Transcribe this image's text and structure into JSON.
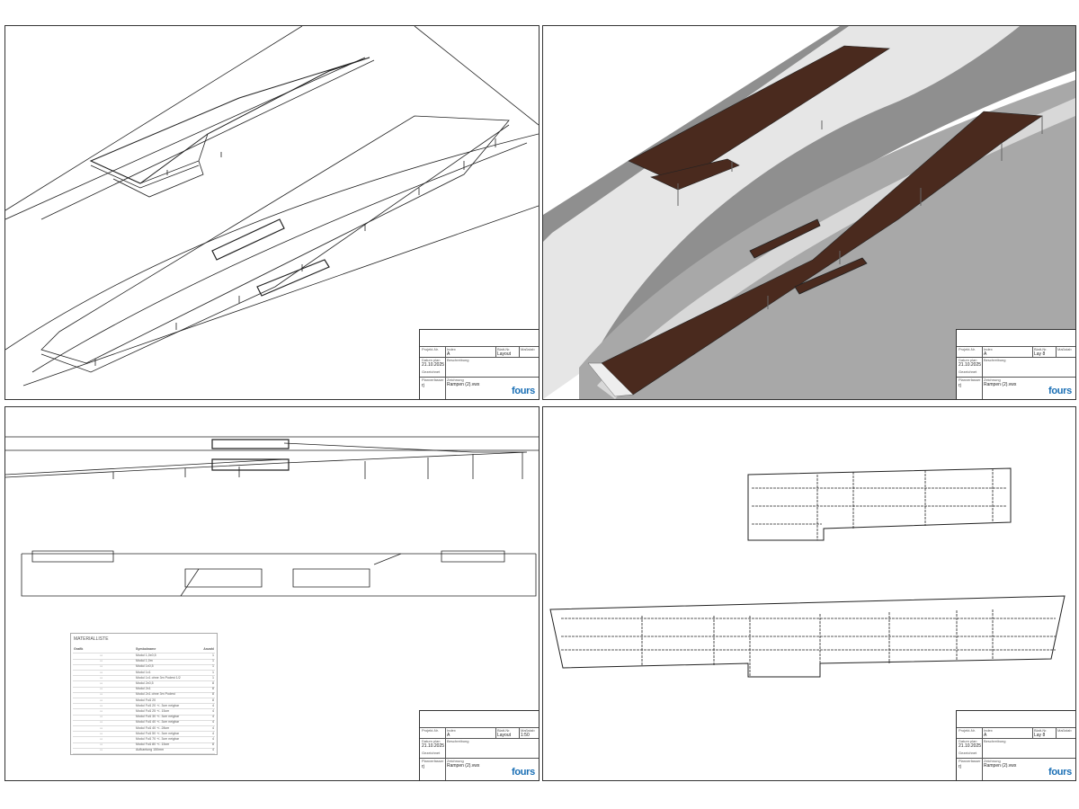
{
  "sheets": [
    {
      "id": "perspective-line",
      "title_block": {
        "h1": "Projekt-Nr.",
        "v1": "-",
        "h2": "Index",
        "v2": "A",
        "h3": "Blatt-Nr.",
        "v3": "Layout",
        "h4": "Maßstab",
        "v4": "",
        "date_label": "Datum plan",
        "date": "21.10.2025",
        "drawn_label": "Gezeichnet",
        "desc_label": "Beschreibung",
        "n_label": "Planverfasser",
        "n_value": "rj",
        "file_label": "Zeichnung",
        "file": "Rampen (2).vwx",
        "logo": "fours"
      }
    },
    {
      "id": "perspective-rendered",
      "title_block": {
        "h1": "Projekt-Nr.",
        "v1": "-",
        "h2": "Index",
        "v2": "A",
        "h3": "Blatt-Nr.",
        "v3": "Lay 8",
        "h4": "Maßstab",
        "v4": "",
        "date_label": "Datum plan",
        "date": "21.10.2025",
        "drawn_label": "Gezeichnet",
        "desc_label": "Beschreibung",
        "n_label": "Planverfasser",
        "n_value": "rj",
        "file_label": "Zeichnung",
        "file": "Rampen (2).vwx",
        "logo": "fours"
      }
    },
    {
      "id": "elevations",
      "title_block": {
        "h1": "Projekt-Nr.",
        "v1": "-",
        "h2": "Index",
        "v2": "A",
        "h3": "Blatt-Nr.",
        "v3": "Layout",
        "h4": "Maßstab",
        "v4": "1:50",
        "date_label": "Datum plan",
        "date": "21.10.2025",
        "drawn_label": "Gezeichnet",
        "desc_label": "Beschreibung",
        "n_label": "Planverfasser",
        "n_value": "rj",
        "file_label": "Zeichnung",
        "file": "Rampen (2).vwx",
        "logo": "fours"
      }
    },
    {
      "id": "plan",
      "title_block": {
        "h1": "Projekt-Nr.",
        "v1": "-",
        "h2": "Index",
        "v2": "A",
        "h3": "Blatt-Nr.",
        "v3": "Lay 8",
        "h4": "Maßstab",
        "v4": "",
        "date_label": "Datum plan",
        "date": "21.10.2025",
        "drawn_label": "Gezeichnet",
        "desc_label": "Beschreibung",
        "n_label": "Planverfasser",
        "n_value": "rj",
        "file_label": "Zeichnung",
        "file": "Rampen (2).vwx",
        "logo": "fours"
      }
    }
  ],
  "material_list": {
    "title": "MATERIALLISTE",
    "col_graphic": "Grafik",
    "col_name": "Symbolname",
    "col_qty": "Anzahl",
    "rows": [
      {
        "name": "Modul 1,0x0,5",
        "qty": "1"
      },
      {
        "name": "Modul 1,0m",
        "qty": "1"
      },
      {
        "name": "Modul 1x0,5",
        "qty": "1"
      },
      {
        "name": "Modul 1x1",
        "qty": "1"
      },
      {
        "name": "Modul 1x1 ohne 3m Podest 1/2",
        "qty": "1"
      },
      {
        "name": "Modul 2x0,5",
        "qty": "8"
      },
      {
        "name": "Modul 2x1",
        "qty": "8"
      },
      {
        "name": "Modul 2x1 ohne 3m Podest",
        "qty": "8"
      },
      {
        "name": "Modul Fuß 20",
        "qty": "8"
      },
      {
        "name": "Modul Fuß 20 +/- 3cm neigbar",
        "qty": "4"
      },
      {
        "name": "Modul Fuß 25 +/- 15cm",
        "qty": "4"
      },
      {
        "name": "Modul Fuß 30 +/- 3cm neigbar",
        "qty": "4"
      },
      {
        "name": "Modul Fuß 40 +/- 3cm neigbar",
        "qty": "4"
      },
      {
        "name": "Modul Fuß 40 +/- 28cm",
        "qty": "4"
      },
      {
        "name": "Modul Fuß 50 +/- 3cm neigbar",
        "qty": "4"
      },
      {
        "name": "Modul Fuß 70 +/- 3cm neigbar",
        "qty": "4"
      },
      {
        "name": "Modul Fuß 80 +/- 15cm",
        "qty": "8"
      },
      {
        "name": "Aufkantung 150mm",
        "qty": "4"
      }
    ]
  }
}
